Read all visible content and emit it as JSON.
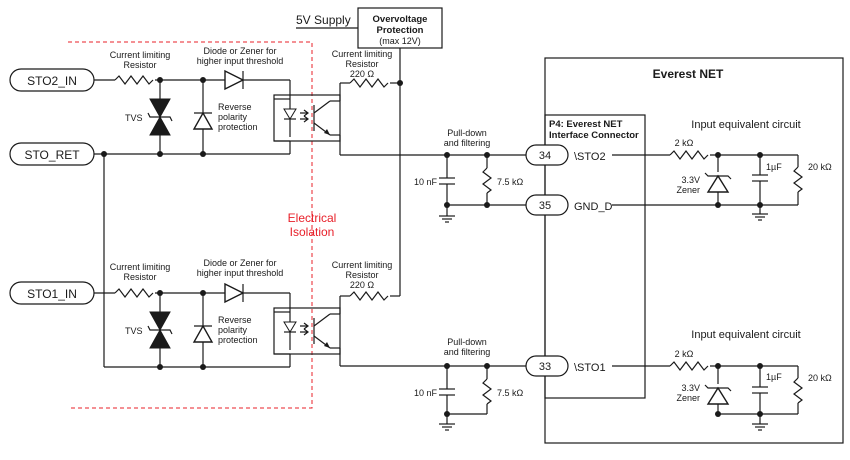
{
  "supply": {
    "label": "5V Supply",
    "ovp_title_1": "Overvoltage",
    "ovp_title_2": "Protection",
    "ovp_sub": "(max 12V)"
  },
  "isolation": {
    "line1": "Electrical",
    "line2": "Isolation",
    "color": "#e8202a"
  },
  "inputs": {
    "sto2": "STO2_IN",
    "sto_ret": "STO_RET",
    "sto1": "STO1_IN"
  },
  "components": {
    "cur_limit_1": "Current limiting",
    "cur_limit_2": "Resistor",
    "diode_1": "Diode or Zener for",
    "diode_2": "higher input threshold",
    "tvs": "TVS",
    "rev_1": "Reverse",
    "rev_2": "polarity",
    "rev_3": "protection",
    "r220": "220 Ω",
    "pd_1": "Pull-down",
    "pd_2": "and filtering",
    "cap10": "10 nF",
    "r75": "7.5 kΩ"
  },
  "everest": {
    "title": "Everest NET",
    "connector_1": "P4: Everest NET",
    "connector_2": "Interface Connector",
    "pins": [
      {
        "number": "34",
        "signal": "\\STO2"
      },
      {
        "number": "35",
        "signal": "GND_D"
      },
      {
        "number": "33",
        "signal": "\\STO1"
      }
    ],
    "equiv_title": "Input equivalent circuit",
    "r2k": "2 kΩ",
    "zener_1": "3.3V",
    "zener_2": "Zener",
    "cap1u": "1µF",
    "r20k": "20 kΩ"
  }
}
